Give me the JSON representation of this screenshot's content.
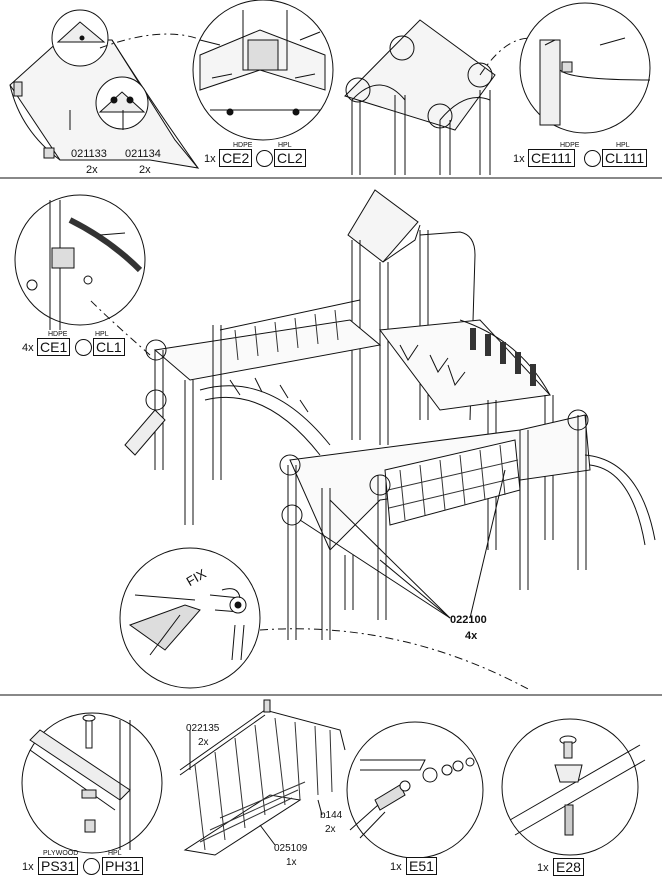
{
  "top": {
    "part_a": {
      "code": "021133",
      "qty": "2x"
    },
    "part_b": {
      "code": "021134",
      "qty": "2x"
    },
    "corner_kit": {
      "qty": "1x",
      "mat1": "HDPE",
      "mat2": "HPL",
      "code1": "CE2",
      "code2": "CL2"
    },
    "edge_kit": {
      "qty": "1x",
      "mat1": "HDPE",
      "mat2": "HPL",
      "code1": "CE111",
      "code2": "CL111"
    }
  },
  "middle": {
    "bracket_kit": {
      "qty": "4x",
      "mat1": "HDPE",
      "mat2": "HPL",
      "code1": "CE1",
      "code2": "CL1"
    },
    "fix_label": "FIX",
    "post_part": {
      "code": "022100",
      "qty": "4x"
    }
  },
  "bottom": {
    "platform_kit": {
      "qty": "1x",
      "mat1": "PLYWOOD",
      "mat2": "HPL",
      "code1": "PS31",
      "code2": "PH31"
    },
    "net_top": {
      "code": "022135",
      "qty": "2x"
    },
    "net_clip": {
      "code": "b144",
      "qty": "2x"
    },
    "net_part": {
      "code": "025109",
      "qty": "1x"
    },
    "e51_kit": {
      "qty": "1x",
      "code": "E51"
    },
    "e28_kit": {
      "qty": "1x",
      "code": "E28"
    }
  }
}
